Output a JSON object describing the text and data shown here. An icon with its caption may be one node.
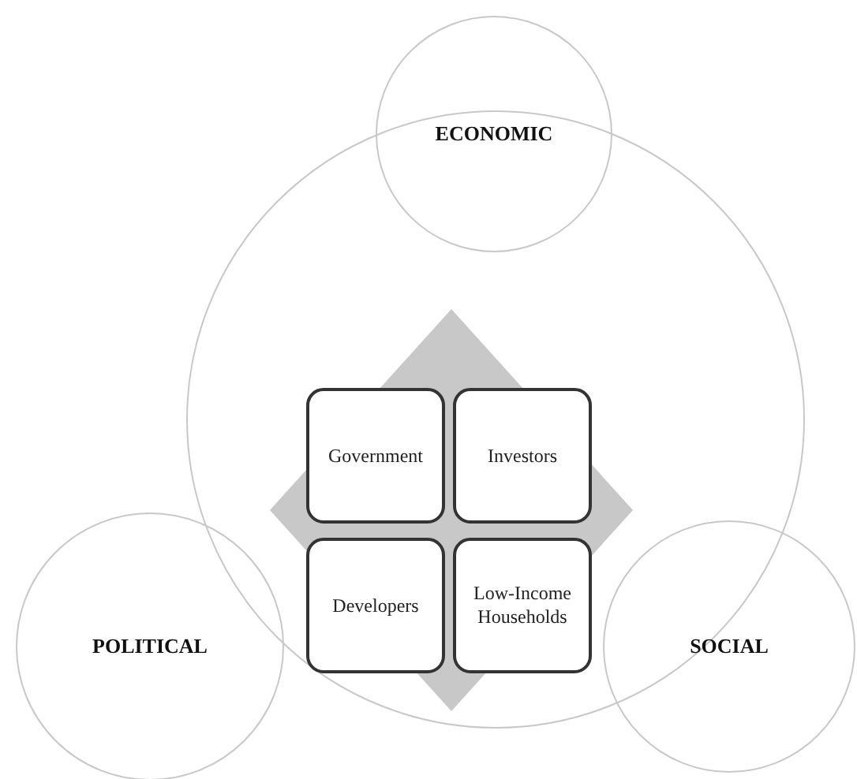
{
  "diagram": {
    "nodes": [
      {
        "text": [
          "ECONOMIC"
        ]
      },
      {
        "text": [],
        "shape": "circle"
      },
      {
        "text": [],
        "shape": "diamond",
        "in": 1
      },
      {
        "text": [
          "Government"
        ],
        "in": 2
      },
      {
        "text": [
          "Investors"
        ],
        "in": 2
      },
      {
        "text": [
          "Developers"
        ],
        "in": 2
      },
      {
        "text": [
          "Low-Income Households"
        ],
        "in": 2
      },
      {
        "text": [
          "POLITICAL"
        ]
      },
      {
        "text": [
          "SOCIAL"
        ]
      }
    ]
  }
}
